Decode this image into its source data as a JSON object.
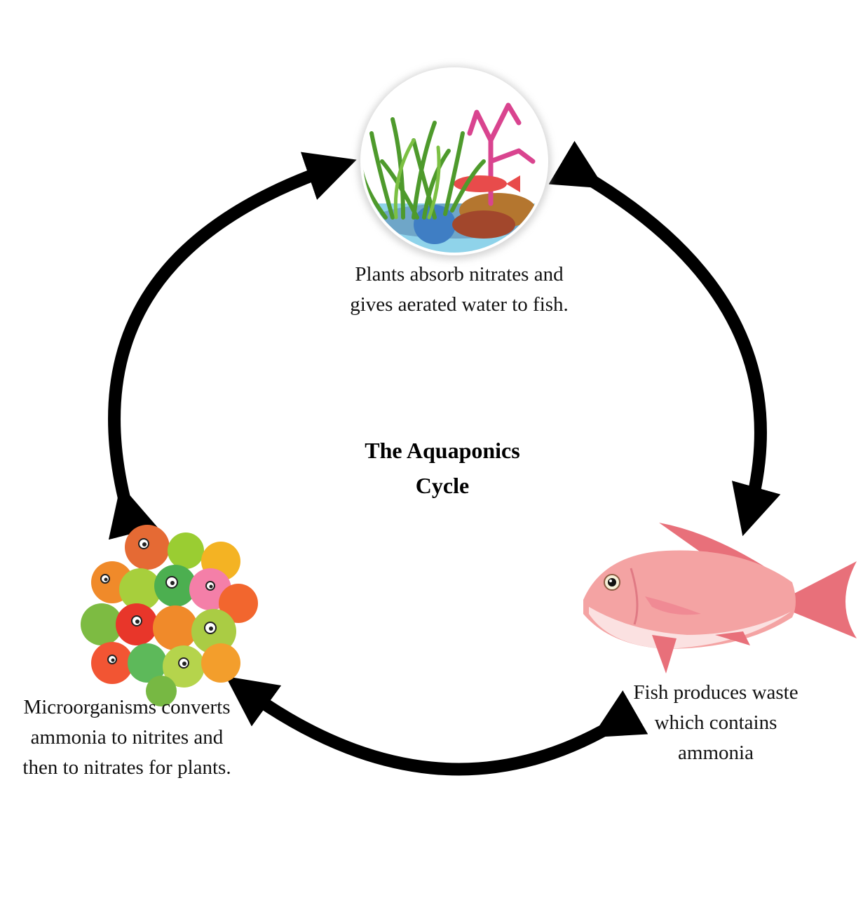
{
  "title": {
    "line1": "The Aquaponics",
    "line2": "Cycle"
  },
  "nodes": {
    "plants": {
      "icon": "aquatic-plants-illustration",
      "line1": "Plants absorb nitrates and",
      "line2": "gives aerated water to fish."
    },
    "fish": {
      "icon": "red-snapper-fish-illustration",
      "line1": "Fish produces waste",
      "line2": "which contains",
      "line3": "ammonia"
    },
    "microbes": {
      "icon": "cartoon-microorganisms-cluster",
      "line1": "Microorganisms converts",
      "line2": "ammonia to nitrites and",
      "line3": "then to nitrates for plants."
    }
  },
  "colors": {
    "arrow": "#000000",
    "fish_body": "#f4a3a3",
    "fish_fin": "#e8707a",
    "plant_green": "#4e9a2c",
    "coral_pink": "#d9448f",
    "water_blue": "#8fd3ea"
  }
}
